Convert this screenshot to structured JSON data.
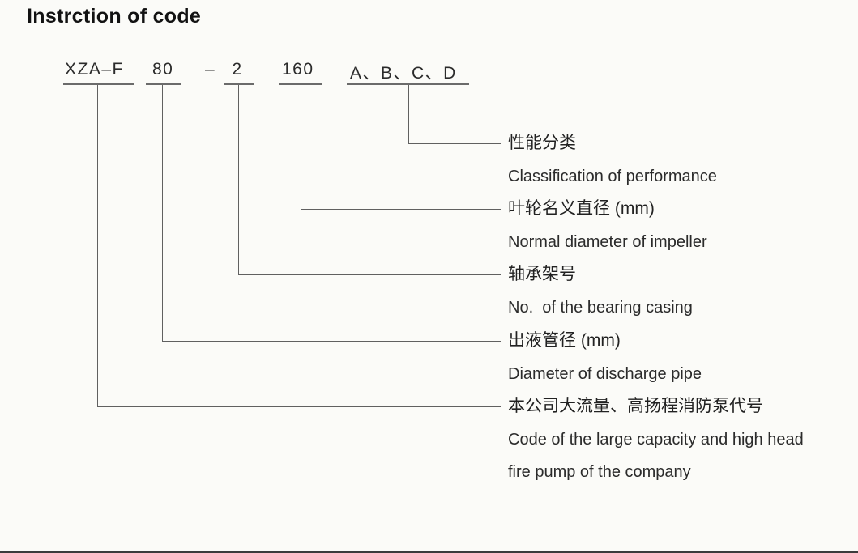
{
  "title": "Instrction of code",
  "code": {
    "segments": [
      "XZA–F",
      "80",
      "– 2",
      "160",
      "A、B、C、D"
    ]
  },
  "labels": [
    {
      "zh": "性能分类",
      "en": "Classification of performance"
    },
    {
      "zh": "叶轮名义直径 (mm)",
      "en": "Normal diameter of impeller"
    },
    {
      "zh": "轴承架号",
      "en": "No.  of the bearing casing"
    },
    {
      "zh": "出液管径 (mm)",
      "en": "Diameter of discharge pipe"
    },
    {
      "zh": "本公司大流量、高扬程消防泵代号",
      "en": "Code of the large capacity and high head fire pump of the company"
    }
  ],
  "colors": {
    "background": "#fbfbf8",
    "text": "#242424",
    "line": "#606060"
  }
}
